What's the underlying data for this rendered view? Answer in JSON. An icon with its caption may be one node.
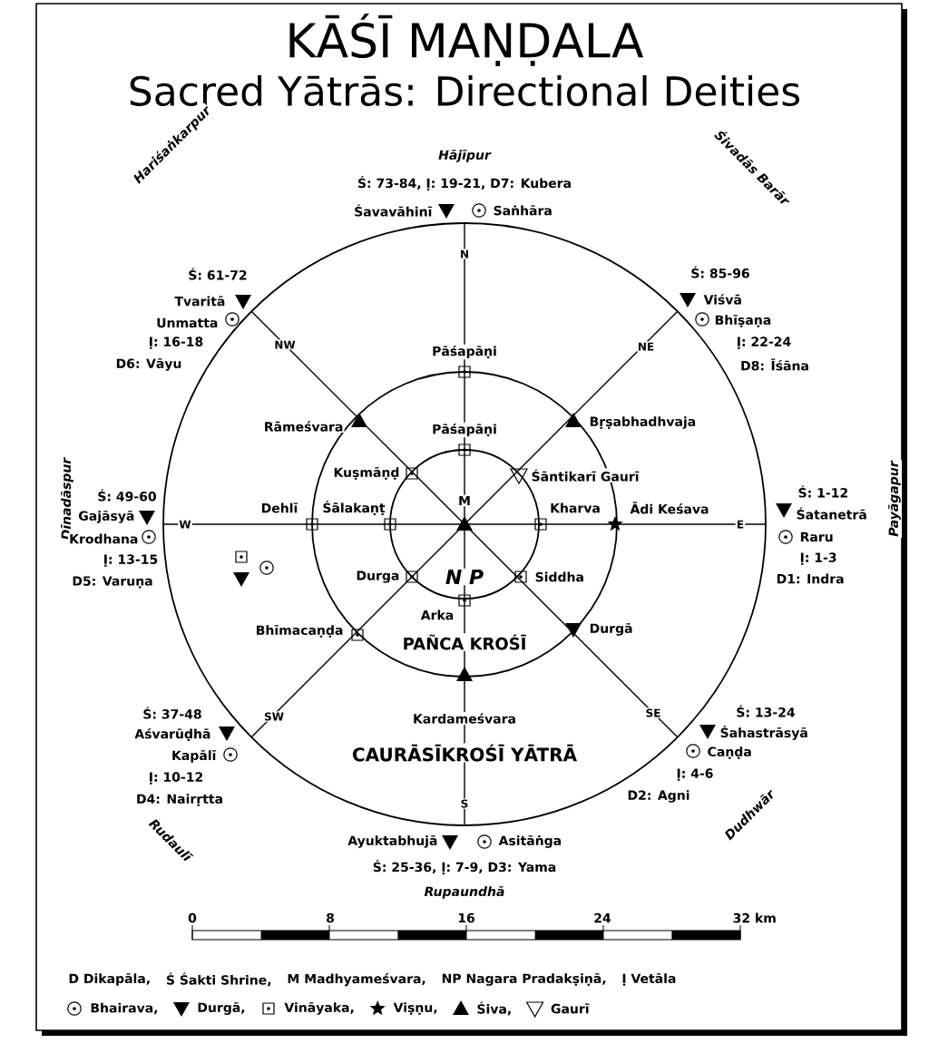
{
  "diagram": {
    "title": "KĀŚĪ MAṆḌALA",
    "labels": [
      "Sacred Yātrās: Directional Deities",
      "Hājīpur",
      "Ś: 73-84, Ị: 19-21, D7: Kubera",
      "Śavavāhinī",
      "Saṅhāra",
      "Hariśaṅkarpur",
      "Ś: 61-72",
      "Tvaritā",
      "Unmatta",
      "Ị: 16-18",
      "D6: Vāyu",
      "Śivadās Barār",
      "Ś: 85-96",
      "Viśvā",
      "Bhīṣaṇa",
      "Ị: 22-24",
      "D8: Īśāna",
      "N",
      "NW",
      "NE",
      "Pāśapāṇi",
      "Rāmeśvara",
      "Bṛṣabhadhvaja",
      "Pāśapāṇi",
      "Kuṣmāṇḍ",
      "Śāntikarī Gaurī",
      "Dīnadāspur",
      "Ś: 49-60",
      "Gajāsyā",
      "Krodhana",
      "Ị: 13-15",
      "D5: Varuṇa",
      "W",
      "Dehlī",
      "Śālakaṇṭ",
      "M",
      "Kharva",
      "Ādi Keśava",
      "E",
      "Ś: 1-12",
      "Śatanetrā",
      "Raru",
      "Ị: 1-3",
      "D1: Indra",
      "Payāgapur",
      "Durga",
      "N P",
      "Siddha",
      "Arka",
      "Bhīmacaṇḍa",
      "Durgā",
      "PAÑCA KROŚĪ",
      "Kardameśvara",
      "Ś: 37-48",
      "Aśvarūḍhā",
      "Kapālī",
      "Ị: 10-12",
      "D4: Nairṛtta",
      "Rudaulī",
      "SW",
      "SE",
      "Ś: 13-24",
      "Śahastrāsyā",
      "Caṇḍa",
      "Ị: 4-6",
      "D2: Agni",
      "Dudhwār",
      "CAURĀSĪKROŚĪ YĀTRĀ",
      "S",
      "Ayuktabhujā",
      "Asitāṅga",
      "Ś: 25-36, Ị: 7-9, D3: Yama",
      "Rupaundhā",
      "0",
      "8",
      "16",
      "24",
      "32 km",
      "D Dikapāla,",
      "Ś Śakti Shrine,",
      "M Madhyameśvara,",
      "NP Nagara Pradakṣiṇā,",
      "Ị Vetāla"
    ],
    "legend": [
      {
        "text": "Bhairava,"
      },
      {
        "text": "Durgā,"
      },
      {
        "text": "Vināyaka,"
      },
      {
        "text": "Viṣṇu,"
      },
      {
        "text": "Śiva,"
      },
      {
        "text": "Gaurī"
      }
    ]
  }
}
